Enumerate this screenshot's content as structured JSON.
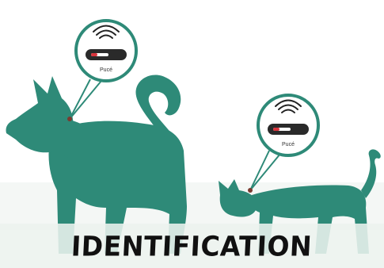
{
  "banner": {
    "title": "IDENTIFICATION"
  },
  "chips": [
    {
      "label": "Pucé",
      "animal": "dog"
    },
    {
      "label": "Pucé",
      "animal": "cat"
    }
  ],
  "colors": {
    "animal": "#2e8a78",
    "bubble_border": "#2e8a78",
    "chip_bar": "#2a2a2a",
    "chip_red": "#d8343c",
    "banner_bg": "#ecf3ee",
    "title": "#111111"
  }
}
